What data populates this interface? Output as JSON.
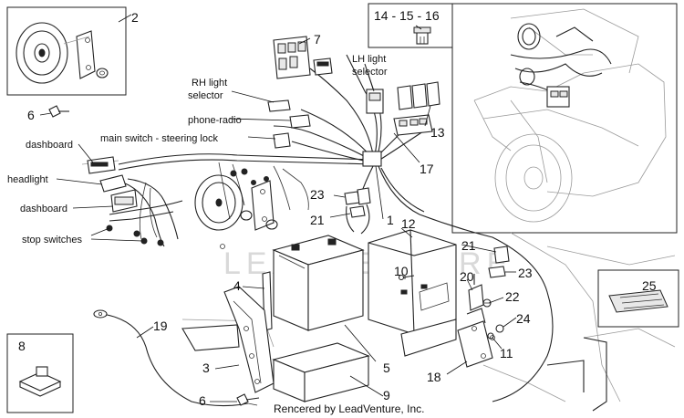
{
  "labels": {
    "rh_light_selector_1": "RH light",
    "rh_light_selector_2": "selector",
    "lh_light_selector_1": "LH light",
    "lh_light_selector_2": "selector",
    "phone_radio": "phone-radio",
    "dashboard_top": "dashboard",
    "main_switch": "main switch - steering lock",
    "headlight": "headlight",
    "dashboard_bottom": "dashboard",
    "stop_switches": "stop switches"
  },
  "callouts": {
    "n1": "1",
    "n2": "2",
    "n3": "3",
    "n4": "4",
    "n5": "5",
    "n6_top": "6",
    "n6_bottom": "6",
    "n7": "7",
    "n8": "8",
    "n9": "9",
    "n10": "10",
    "n11": "11",
    "n12": "12",
    "n13": "13",
    "n14_15_16": "14 - 15 - 16",
    "n17": "17",
    "n18": "18",
    "n19": "19",
    "n20": "20",
    "n21_left": "21",
    "n21_right": "21",
    "n22": "22",
    "n23_left": "23",
    "n23_right": "23",
    "n24": "24",
    "n25": "25"
  },
  "watermark": "LEADVENTURE",
  "footer": "Rencered by LeadVenture, Inc."
}
